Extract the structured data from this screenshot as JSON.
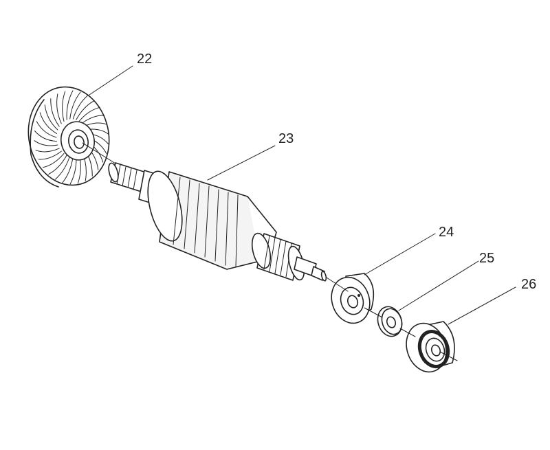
{
  "diagram": {
    "parts": [
      {
        "id": "fan",
        "number": "22"
      },
      {
        "id": "armature",
        "number": "23"
      },
      {
        "id": "bearing-small",
        "number": "24"
      },
      {
        "id": "washer",
        "number": "25"
      },
      {
        "id": "bearing-large",
        "number": "26"
      }
    ]
  },
  "colors": {
    "line": "#222222",
    "background": "#ffffff",
    "surface": "#f4f4f4"
  }
}
